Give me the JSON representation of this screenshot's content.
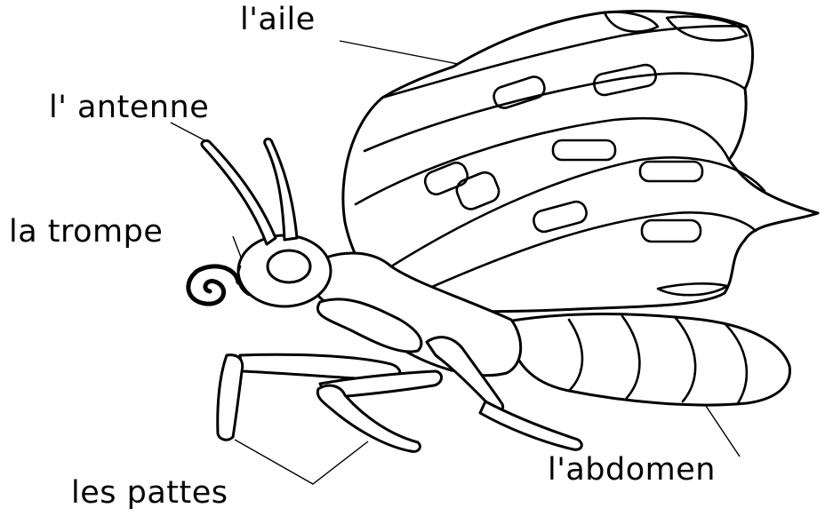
{
  "labels": {
    "wing": "l'aile",
    "antenna": "l' antenne",
    "proboscis": "la trompe",
    "legs": "les pattes",
    "abdomen": "l'abdomen"
  },
  "colors": {
    "ink": "#000000",
    "paper": "#ffffff"
  }
}
